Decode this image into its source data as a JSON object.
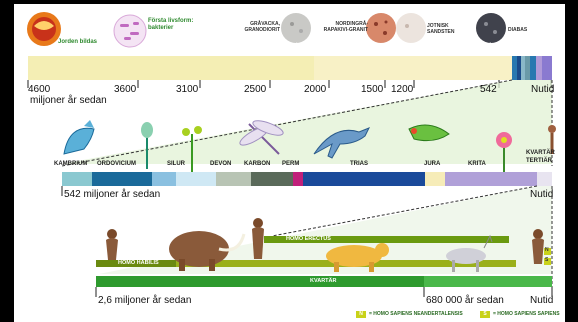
{
  "earth_label": "Jorden bildas",
  "first_life_label": "Första livsform: bakterier",
  "rock_labels": [
    "GRÅVACKA, GRANODIORIT",
    "NORDINGRÅ-RAPAKIVI-GRANIT",
    "JOTNISK SANDSTEN",
    "DIABAS"
  ],
  "timeline1": {
    "ticks": [
      "4600",
      "3600",
      "3100",
      "2500",
      "2000",
      "1500",
      "1200",
      "542",
      "Nutid"
    ],
    "caption": "miljoner år sedan"
  },
  "timeline2": {
    "periods": [
      "KAMBRIUM",
      "ORDOVICIUM",
      "SILUR",
      "DEVON",
      "KARBON",
      "PERM",
      "TRIAS",
      "JURA",
      "KRITA",
      "KVARTÄR",
      "TERTIÄR"
    ],
    "caption": "542 miljoner år sedan",
    "end_label": "Nutid"
  },
  "timeline3": {
    "bands": [
      "HOMO ERECTUS",
      "HOMO HABILIS",
      "KVARTÄR"
    ],
    "caption": "2,6 miljoner år sedan",
    "mid_label": "680 000 år sedan",
    "end_label": "Nutid",
    "markers": [
      "N",
      "S"
    ]
  },
  "legend": [
    {
      "key": "N",
      "text": "= HOMO SAPIENS NEANDERTALENSIS"
    },
    {
      "key": "S",
      "text": "= HOMO SAPIENS SAPIENS"
    }
  ],
  "colors": {
    "accent_green": "#3a9a32",
    "yellow": "#f6f0b0",
    "kvartar_band": "#2e9a2e",
    "homo_band": "#7a9a10"
  }
}
